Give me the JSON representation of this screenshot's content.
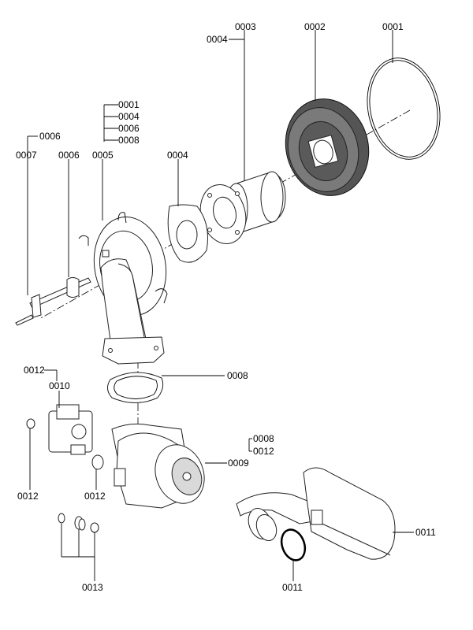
{
  "labels": {
    "l_0001_ring": "0001",
    "l_0002": "0002",
    "l_0003": "0003",
    "l_0004_top": "0004",
    "l_0001_stack": "0001",
    "l_0004_stack": "0004",
    "l_0006_stack": "0006",
    "l_0008_stack": "0008",
    "l_0005": "0005",
    "l_0006_top": "0006",
    "l_0007": "0007",
    "l_0006_mid": "0006",
    "l_0004_mid": "0004",
    "l_0012_top": "0012",
    "l_0010": "0010",
    "l_0008_gasket": "0008",
    "l_0008_fan": "0008",
    "l_0012_fan": "0012",
    "l_0009": "0009",
    "l_0012_left": "0012",
    "l_0012_valve": "0012",
    "l_0011_pipe": "0011",
    "l_0011_ring": "0011",
    "l_0013": "0013"
  }
}
